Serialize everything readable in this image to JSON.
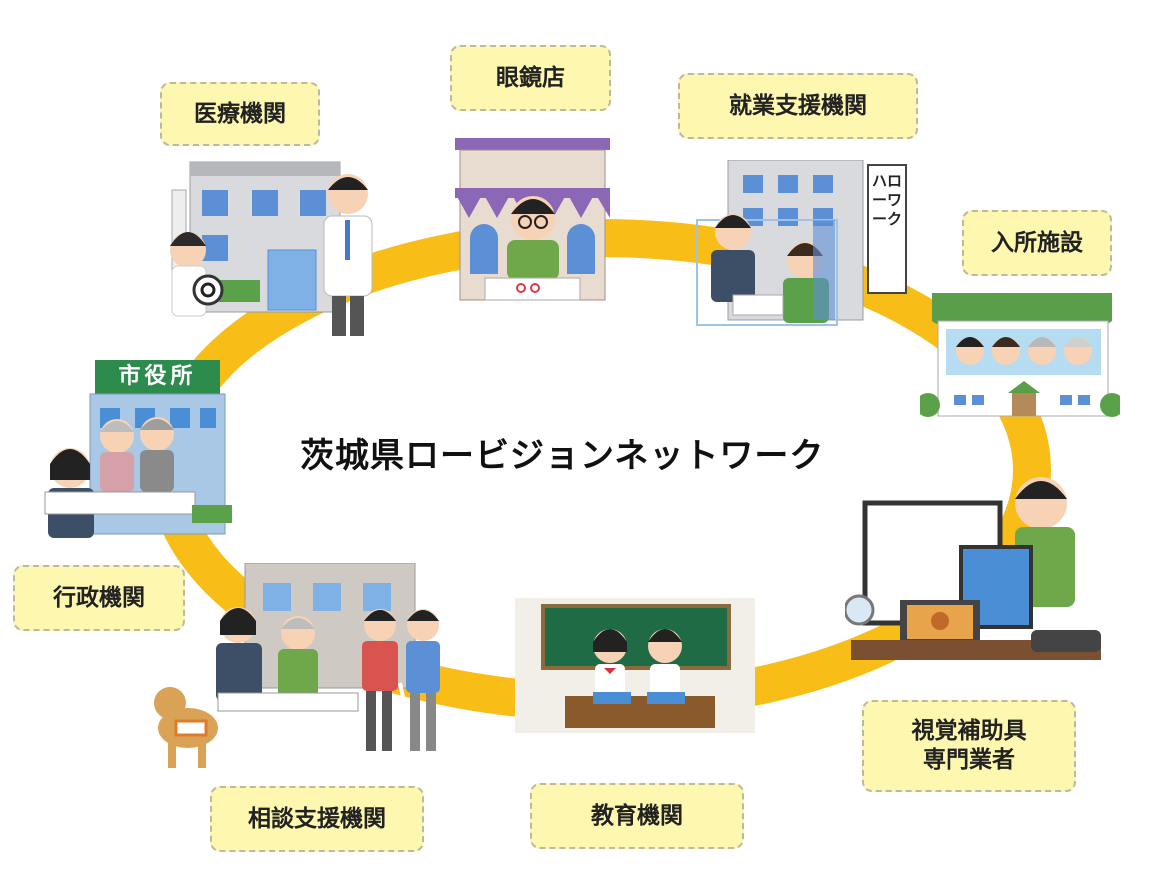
{
  "title": "茨城県ロービジョンネットワーク",
  "nodes": [
    {
      "id": "medical",
      "label": "医療機関"
    },
    {
      "id": "optician",
      "label": "眼鏡店"
    },
    {
      "id": "employment",
      "label": "就業支援機関"
    },
    {
      "id": "residential",
      "label": "入所施設"
    },
    {
      "id": "vision-aids",
      "label_lines": [
        "視覚補助具",
        "専門業者"
      ]
    },
    {
      "id": "education",
      "label": "教育機関"
    },
    {
      "id": "consultation",
      "label": "相談支援機関"
    },
    {
      "id": "administration",
      "label": "行政機関"
    }
  ],
  "signs": {
    "city_hall": "市役所",
    "hello_work": "ハローワーク"
  },
  "colors": {
    "ring": "#f8bd17",
    "label_bg": "#fdf7b0",
    "label_border": "#b9b9a4",
    "chalkboard": "#1f6b46",
    "city_hall_sign": "#2e8b4e",
    "roof_green": "#5a9e4a",
    "awning_purple": "#8b67b5"
  }
}
